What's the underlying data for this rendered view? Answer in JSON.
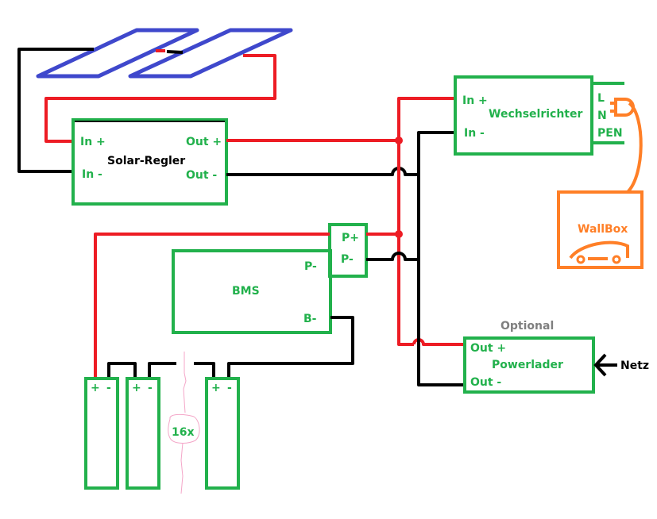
{
  "diagram": {
    "colors": {
      "positive_wire": "#ed1c24",
      "negative_wire": "#000000",
      "component": "#22b14c",
      "solar_panel": "#3f48cc",
      "wallbox": "#ff7f27",
      "optional_label": "#7f7f7f",
      "annotation": "#f4a6c8"
    },
    "solar_regler": {
      "title": "Solar-Regler",
      "in_plus": "In +",
      "in_minus": "In -",
      "out_plus": "Out +",
      "out_minus": "Out -"
    },
    "wechselrichter": {
      "title": "Wechselrichter",
      "in_plus": "In +",
      "in_minus": "In -",
      "l": "L",
      "n": "N",
      "pen": "PEN"
    },
    "wallbox": {
      "title": "WallBox"
    },
    "bms": {
      "title": "BMS",
      "p_minus_inner": "P-",
      "b_minus": "B-",
      "p_plus": "P+",
      "p_minus": "P-"
    },
    "powerlader": {
      "title": "Powerlader",
      "tag": "Optional",
      "out_plus": "Out +",
      "out_minus": "Out -",
      "source": "Netz"
    },
    "battery_cells": {
      "plus": "+",
      "minus": "-",
      "count_label": "16x"
    }
  }
}
